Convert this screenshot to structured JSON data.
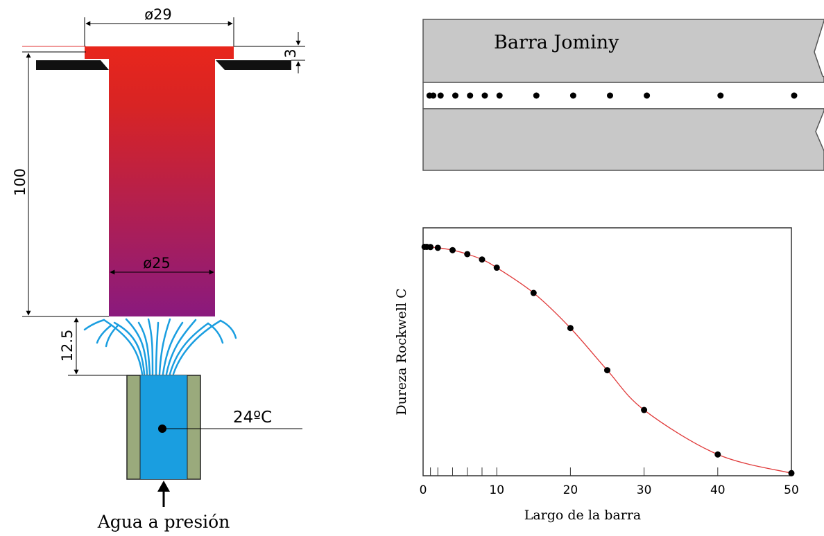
{
  "apparatus": {
    "dim_top_diameter": "ø29",
    "dim_flange_thickness": "3",
    "dim_bar_length": "100",
    "dim_bar_diameter": "ø25",
    "dim_water_gap": "12.5",
    "water_temperature": "24ºC",
    "water_label": "Agua a presión",
    "colors": {
      "hot": "#e8261c",
      "cold": "#8a1a7e",
      "water": "#1a9ee0",
      "nozzle_wall": "#9aaa7c"
    }
  },
  "jominy_bar": {
    "label": "Barra Jominy",
    "measurement_positions": [
      0.5,
      1,
      2,
      4,
      6,
      8,
      10,
      15,
      20,
      25,
      30,
      40,
      50
    ]
  },
  "chart_data": {
    "type": "scatter",
    "xlabel": "Largo de la barra",
    "ylabel": "Dureza Rockwell C",
    "xlim": [
      0,
      50
    ],
    "x_ticks": [
      0,
      10,
      20,
      30,
      40,
      50
    ],
    "x_minor_ticks": [
      1,
      2,
      4,
      6,
      8
    ],
    "y_ticks_shown": false,
    "grid": false,
    "fit_curve": true,
    "curve_color": "#e03a3a",
    "series": [
      {
        "x": [
          0.2,
          0.5,
          1,
          2,
          4,
          6,
          8,
          10,
          15,
          20,
          25,
          30,
          40,
          50
        ],
        "y": [
          0.972,
          0.972,
          0.971,
          0.968,
          0.958,
          0.941,
          0.918,
          0.883,
          0.775,
          0.625,
          0.445,
          0.275,
          0.085,
          0.005
        ]
      }
    ]
  }
}
